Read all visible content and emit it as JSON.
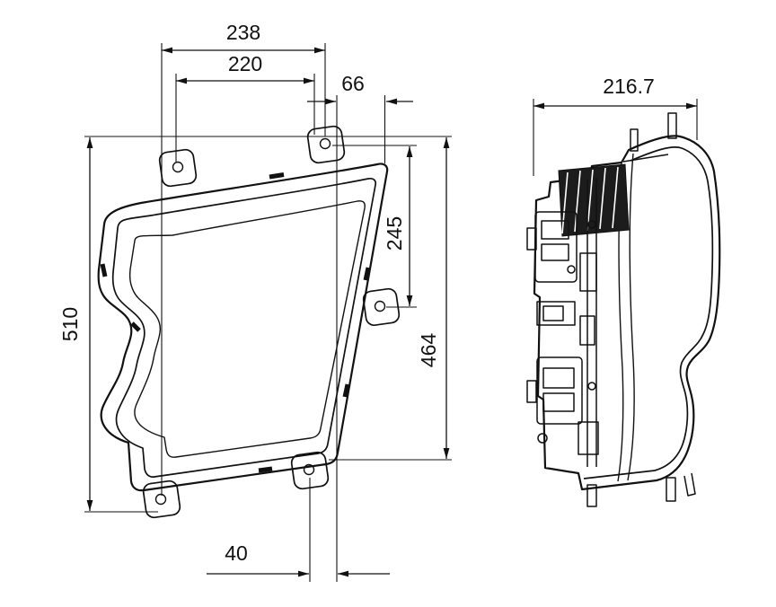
{
  "dimensions": {
    "front_width_outer": "238",
    "front_width_inner": "220",
    "front_offset_top_right": "66",
    "front_height_overall": "510",
    "front_height_tab_span": "245",
    "front_height_body": "464",
    "front_offset_bottom": "40",
    "side_depth": "216.7"
  },
  "colors": {
    "line": "#111111",
    "background": "#ffffff"
  }
}
